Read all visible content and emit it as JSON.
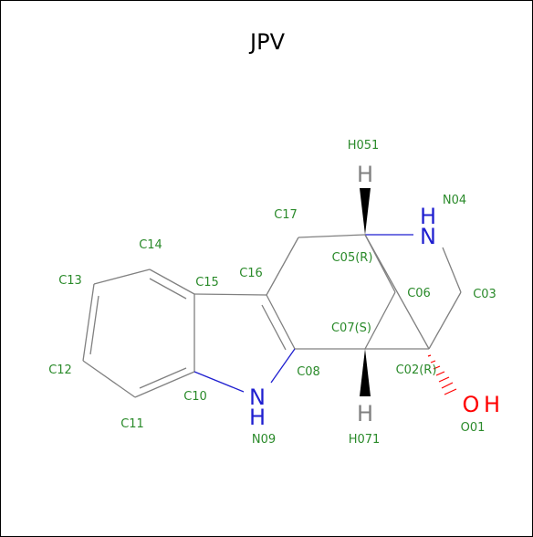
{
  "title": "JPV",
  "atoms": {
    "n04": "N",
    "n04_h": "H",
    "n09": "N",
    "n09_h": "H",
    "o01_o": "O",
    "o01_h": "H",
    "h051": "H",
    "h071": "H"
  },
  "labels": {
    "H051": "H051",
    "N04": "N04",
    "C17": "C17",
    "C14": "C14",
    "C05": "C05(R)",
    "C16": "C16",
    "C13": "C13",
    "C15": "C15",
    "C06": "C06",
    "C03": "C03",
    "C07": "C07(S)",
    "C12": "C12",
    "C08": "C08",
    "C02": "C02(R)",
    "C10": "C10",
    "C11": "C11",
    "N09": "N09",
    "H071": "H071",
    "O01": "O01"
  },
  "colors": {
    "carbon_bond": "#808080",
    "nitrogen": "#1f1fd0",
    "oxygen": "#ff0000",
    "label": "#2a8a2a",
    "hydrogen": "#808080"
  }
}
